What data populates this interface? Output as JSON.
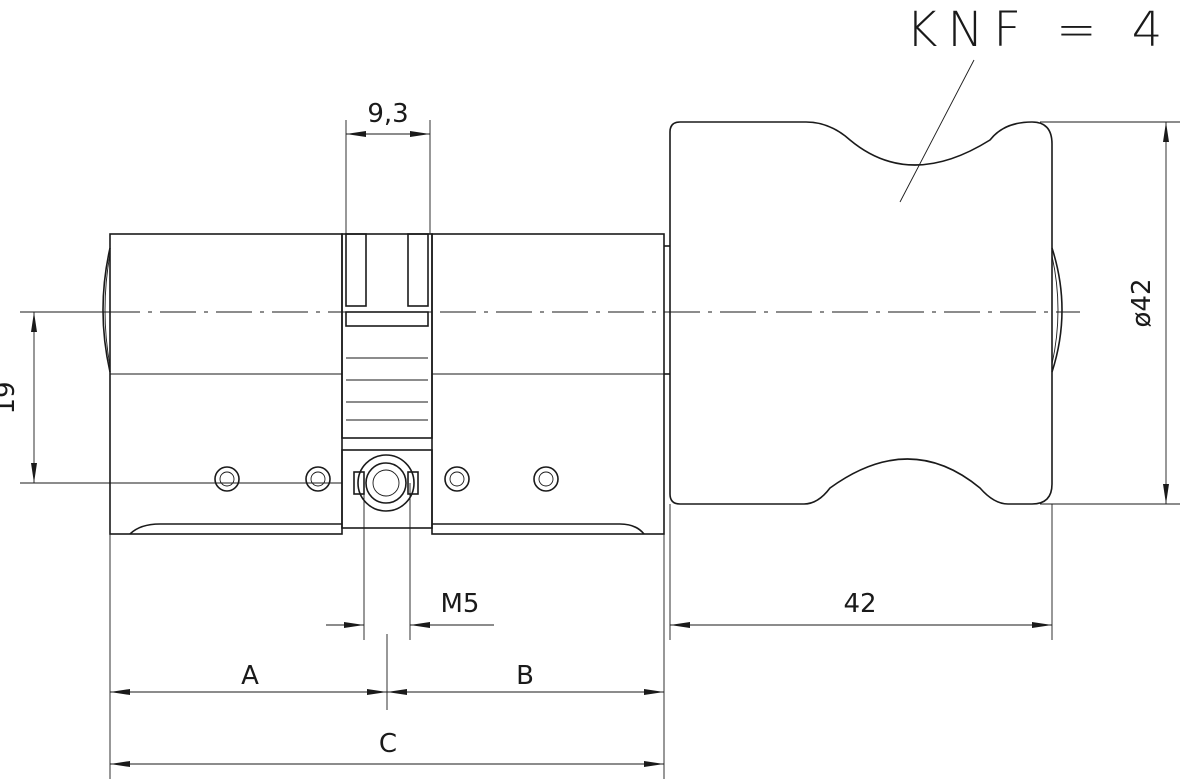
{
  "labels": {
    "knob_type": "KNF = 4",
    "cam_width": "9,3",
    "knob_diameter": "ø42",
    "axis_offset": "19",
    "knob_length": "42",
    "screw_thread": "M5",
    "length_a": "A",
    "length_b": "B",
    "length_c": "C"
  }
}
